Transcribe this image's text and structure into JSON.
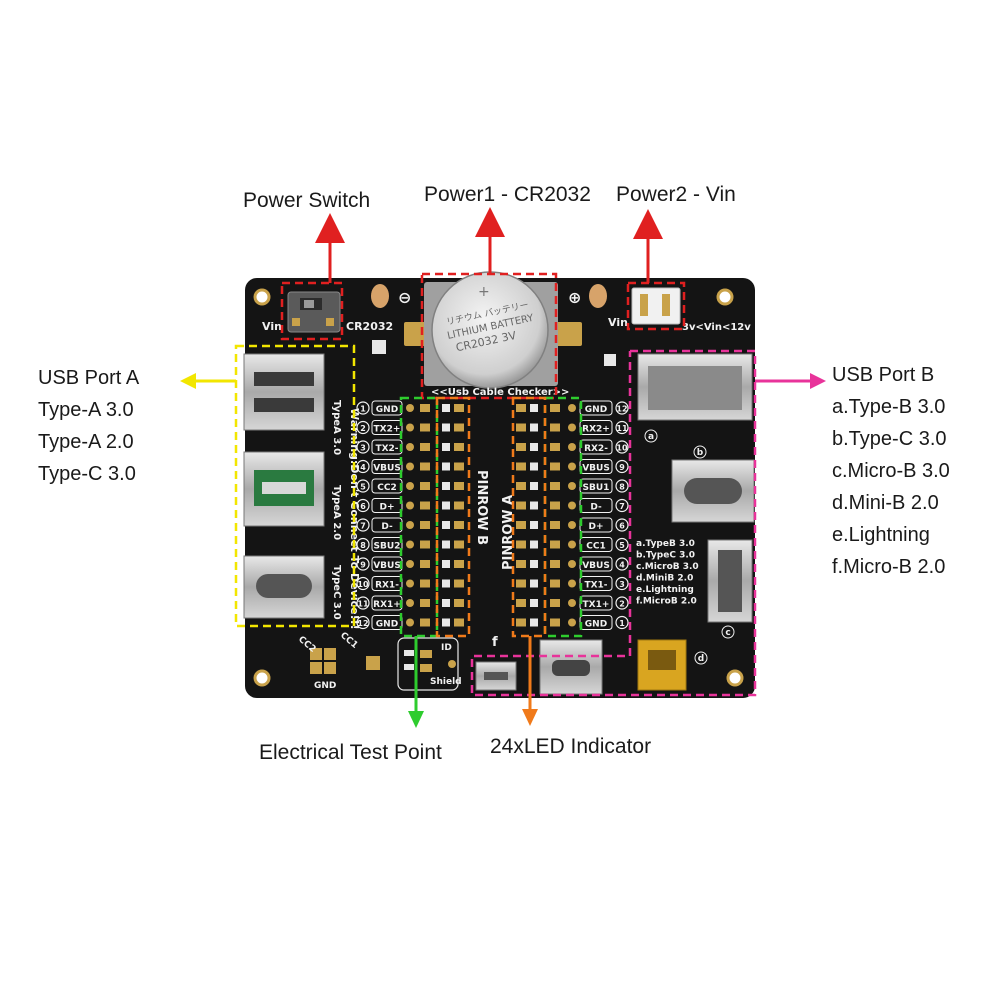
{
  "callouts": {
    "power_switch": "Power Switch",
    "power1": "Power1 - CR2032",
    "power2": "Power2 - Vin",
    "test_point": "Electrical Test Point",
    "led": "24xLED Indicator"
  },
  "usb_port_a": {
    "title": "USB Port A",
    "items": [
      "Type-A 3.0",
      "Type-A 2.0",
      "Type-C 3.0"
    ]
  },
  "usb_port_b": {
    "title": "USB Port B",
    "items": [
      "a.Type-B 3.0",
      "b.Type-C 3.0",
      "c.Micro-B 3.0",
      "d.Mini-B 2.0",
      "e.Lightning",
      "f.Micro-B 2.0"
    ]
  },
  "board": {
    "vin_left": "Vin",
    "cr2032_label": "CR2032",
    "minus": "⊖",
    "plus": "⊕",
    "vin_right": "Vin",
    "vin_range": "3v<Vin<12v",
    "battery_line1": "リチウム バッテリー",
    "battery_line2": "LITHIUM BATTERY",
    "battery_line3": "CR2032  3V",
    "checker_label": "<<Usb Cable Checker>>",
    "warning": "Warning:Don't Connect To Device!!!",
    "row_b_label": "PINROW B",
    "row_a_label": "PINROW A",
    "typea30": "TypeA 3.0",
    "typea20": "TypeA 2.0",
    "typec30": "TypeC 3.0",
    "cc2": "CC2",
    "cc1": "CC1",
    "gnd": "GND",
    "id": "ID",
    "shield": "Shield",
    "f_mark": "f",
    "left_pins": [
      {
        "num": "1",
        "name": "GND"
      },
      {
        "num": "2",
        "name": "TX2+"
      },
      {
        "num": "3",
        "name": "TX2-"
      },
      {
        "num": "4",
        "name": "VBUS"
      },
      {
        "num": "5",
        "name": "CC2"
      },
      {
        "num": "6",
        "name": "D+"
      },
      {
        "num": "7",
        "name": "D-"
      },
      {
        "num": "8",
        "name": "SBU2"
      },
      {
        "num": "9",
        "name": "VBUS"
      },
      {
        "num": "10",
        "name": "RX1-"
      },
      {
        "num": "11",
        "name": "RX1+"
      },
      {
        "num": "12",
        "name": "GND"
      }
    ],
    "right_pins": [
      {
        "num": "12",
        "name": "GND"
      },
      {
        "num": "11",
        "name": "RX2+"
      },
      {
        "num": "10",
        "name": "RX2-"
      },
      {
        "num": "9",
        "name": "VBUS"
      },
      {
        "num": "8",
        "name": "SBU1"
      },
      {
        "num": "7",
        "name": "D-"
      },
      {
        "num": "6",
        "name": "D+"
      },
      {
        "num": "5",
        "name": "CC1"
      },
      {
        "num": "4",
        "name": "VBUS"
      },
      {
        "num": "3",
        "name": "TX1-"
      },
      {
        "num": "2",
        "name": "TX1+"
      },
      {
        "num": "1",
        "name": "GND"
      }
    ],
    "port_b_list": [
      "a.TypeB 3.0",
      "b.TypeC 3.0",
      "c.MicroB 3.0",
      "d.MiniB 2.0",
      "e.Lightning",
      "f.MicroB 2.0"
    ],
    "port_letters": [
      "a",
      "b",
      "c",
      "d"
    ]
  },
  "colors": {
    "board": "#141414",
    "arrow_red": "#e02020",
    "yellow": "#f2e600",
    "magenta": "#e8339a",
    "green": "#2ecc2e",
    "orange": "#f07a1a",
    "gold": "#c9a24a"
  }
}
